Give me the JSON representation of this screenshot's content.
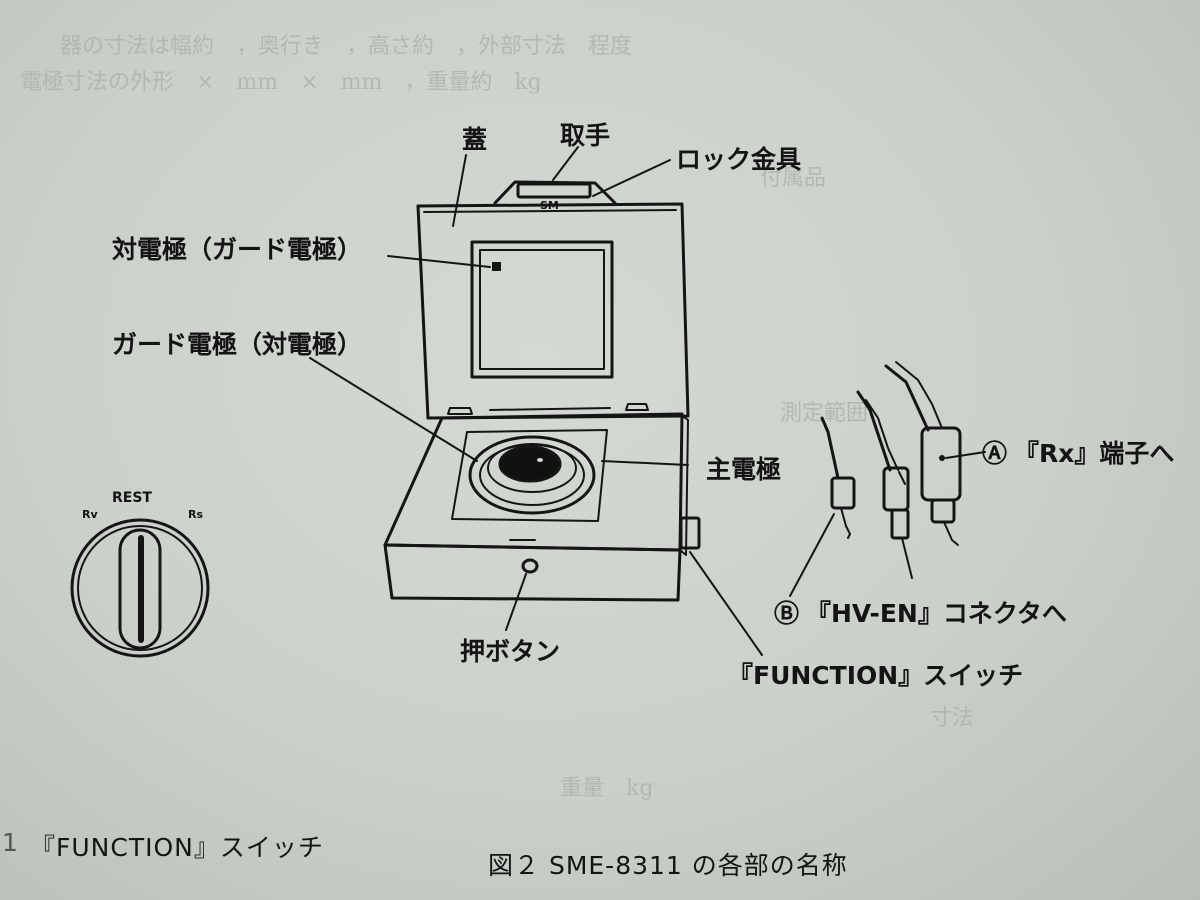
{
  "labels": {
    "lid": "蓋",
    "handle": "取手",
    "lock_fitting": "ロック金具",
    "counter_electrode": "対電極（ガード電極）",
    "guard_electrode": "ガード電極（対電極）",
    "main_electrode": "主電極",
    "push_button": "押ボタン",
    "function_switch": "『FUNCTION』スイッチ",
    "rx_terminal": "『Rx』端子へ",
    "hv_en_connector": "『HV-EN』コネクタへ",
    "marker_a": "Ⓐ",
    "marker_b": "Ⓑ",
    "lock_mark": "SM"
  },
  "dial": {
    "rest": "REST",
    "left": "Rv",
    "right": "Rs"
  },
  "captions": {
    "left_number": "1",
    "left": "『FUNCTION』スイッチ",
    "figure": "図２ SME-8311 の各部の名称"
  },
  "colors": {
    "paper": "#cbd0ca",
    "ink": "#141414",
    "bleed": "#aab1aa"
  }
}
